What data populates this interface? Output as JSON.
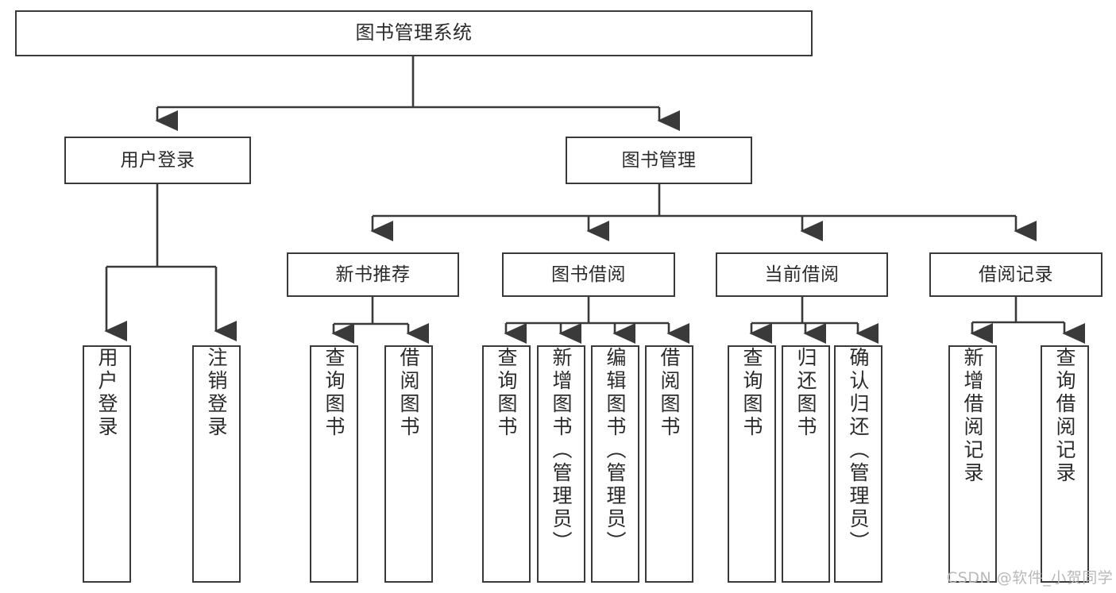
{
  "diagram": {
    "title": "图书管理系统",
    "watermark": "CSDN @软件_小贺同学",
    "colors": {
      "stroke": "#3a3a3a",
      "fill": "#ffffff",
      "text": "#2b2b2b",
      "watermark": "#b9b9b9"
    },
    "levels": {
      "root": {
        "label": "图书管理系统"
      },
      "level2": [
        {
          "label": "用户登录"
        },
        {
          "label": "图书管理"
        }
      ],
      "level3": [
        {
          "label": "新书推荐"
        },
        {
          "label": "图书借阅"
        },
        {
          "label": "当前借阅"
        },
        {
          "label": "借阅记录"
        }
      ],
      "leaves_user_login": [
        {
          "label": "用户登录"
        },
        {
          "label": "注销登录"
        }
      ],
      "leaves_new_book": [
        {
          "label": "查询图书"
        },
        {
          "label": "借阅图书"
        }
      ],
      "leaves_borrow": [
        {
          "label": "查询图书"
        },
        {
          "label": "新增图书（管理员）"
        },
        {
          "label": "编辑图书（管理员）"
        },
        {
          "label": "借阅图书"
        }
      ],
      "leaves_current": [
        {
          "label": "查询图书"
        },
        {
          "label": "归还图书"
        },
        {
          "label": "确认归还（管理员）"
        }
      ],
      "leaves_records": [
        {
          "label": "新增借阅记录"
        },
        {
          "label": "查询借阅记录"
        }
      ]
    }
  }
}
